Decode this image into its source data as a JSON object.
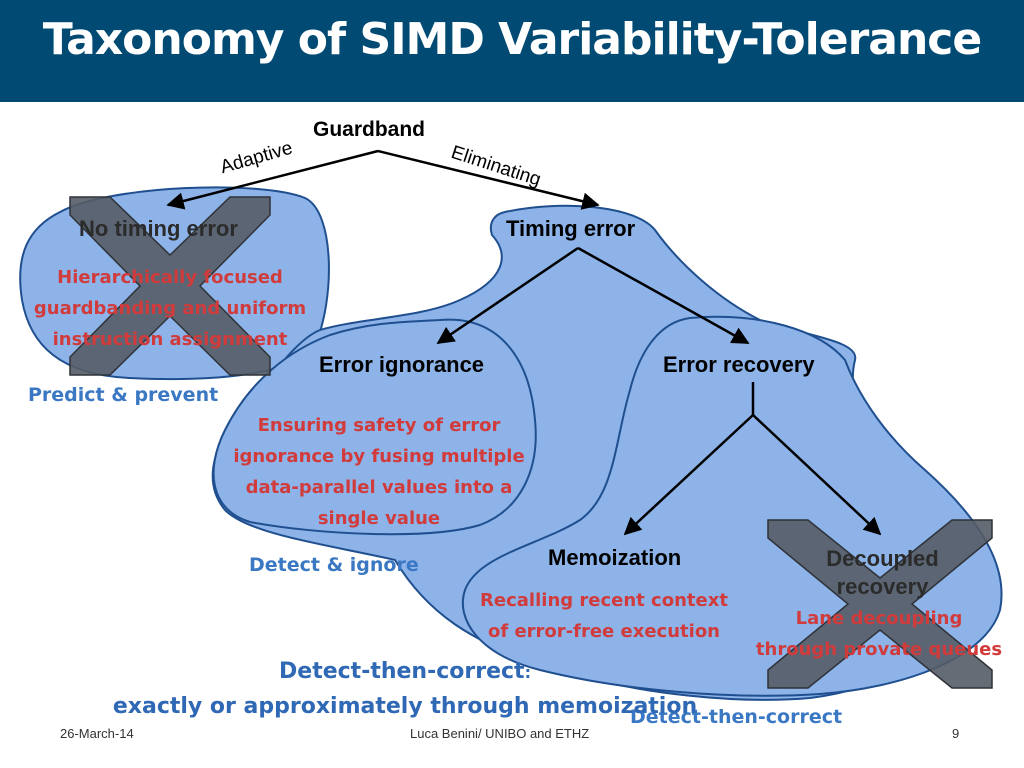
{
  "slide": {
    "title": "Taxonomy of SIMD Variability-Tolerance"
  },
  "diagram": {
    "root": "Guardband",
    "edge_left": "Adaptive",
    "edge_right": "Eliminating",
    "no_timing_error": "No timing error",
    "no_timing_error_desc": [
      "Hierarchically focused",
      "guardbanding and uniform",
      "instruction assignment"
    ],
    "predict_prevent": "Predict & prevent",
    "timing_error": "Timing error",
    "error_ignorance": "Error ignorance",
    "error_ignorance_desc": [
      "Ensuring safety of error",
      "ignorance by fusing multiple",
      "data-parallel values into a",
      "single value"
    ],
    "detect_ignore": "Detect & ignore",
    "error_recovery": "Error recovery",
    "memoization": "Memoization",
    "memoization_desc": [
      "Recalling recent context",
      "of error-free execution"
    ],
    "decoupled_recovery": [
      "Decoupled",
      "recovery"
    ],
    "decoupled_desc": [
      "Lane decoupling",
      "through provate queues"
    ],
    "detect_then_correct_small": "Detect-then-correct",
    "summary_line1": "Detect-then-correct",
    "summary_colon": ":",
    "summary_line2": "exactly or approximately through memoization"
  },
  "footer": {
    "date": "26-March-14",
    "author": "Luca Benini/ UNIBO and ETHZ",
    "page": "9"
  },
  "colors": {
    "title_bar": "#004a73",
    "blob_fill": "#8db3e8",
    "blob_stroke": "#1f4f8f",
    "red_text": "#d13b3b",
    "blue_text": "#3b78c4",
    "cross": "#555c66"
  }
}
